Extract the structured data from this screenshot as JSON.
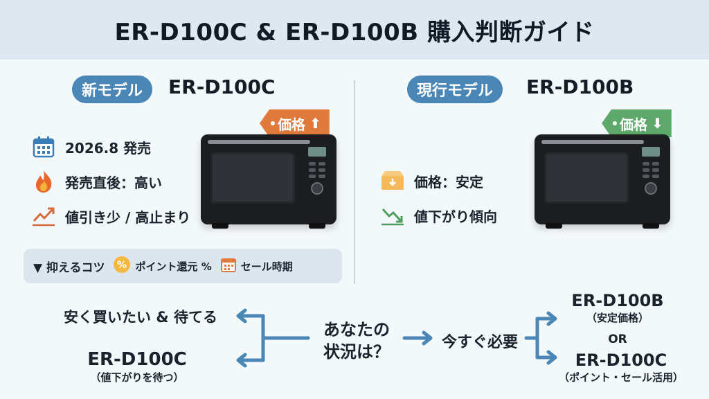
{
  "title": "ER-D100C & ER-D100B 購入判断ガイド",
  "left": {
    "badge": "新モデル",
    "model": "ER-D100C",
    "price_tag": "価格",
    "price_arrow": "⬆",
    "features": [
      {
        "icon": "calendar-icon",
        "text": "2026.8 発売"
      },
      {
        "icon": "flame-icon",
        "text": "発売直後：高い"
      },
      {
        "icon": "trend-up-icon",
        "text": "値引き少 / 高止まり"
      }
    ],
    "tips": {
      "label": "▼ 抑えるコツ",
      "items": [
        {
          "icon": "percent-icon",
          "text": "ポイント還元 %"
        },
        {
          "icon": "calendar-icon",
          "text": "セール時期"
        }
      ]
    }
  },
  "right": {
    "badge": "現行モデル",
    "model": "ER-D100B",
    "price_tag": "価格",
    "price_arrow": "⬇",
    "features": [
      {
        "icon": "box-icon",
        "text": "価格：安定"
      },
      {
        "icon": "trend-down-icon",
        "text": "値下がり傾向"
      }
    ]
  },
  "flow": {
    "question_line1": "あなたの",
    "question_line2": "状況は？",
    "option_wait": "安く買いたい & 待てる",
    "result_wait_model": "ER-D100C",
    "result_wait_note": "（値下がりを待つ）",
    "option_now": "今すぐ必要",
    "result_now_model1": "ER-D100B",
    "result_now_note1": "（安定価格）",
    "or": "OR",
    "result_now_model2": "ER-D100C",
    "result_now_note2": "（ポイント・セール活用）"
  },
  "colors": {
    "badge": "#4a86b6",
    "tag_up": "#e07a3c",
    "tag_down": "#5ea86c",
    "flow_arrow": "#4a86b6"
  }
}
